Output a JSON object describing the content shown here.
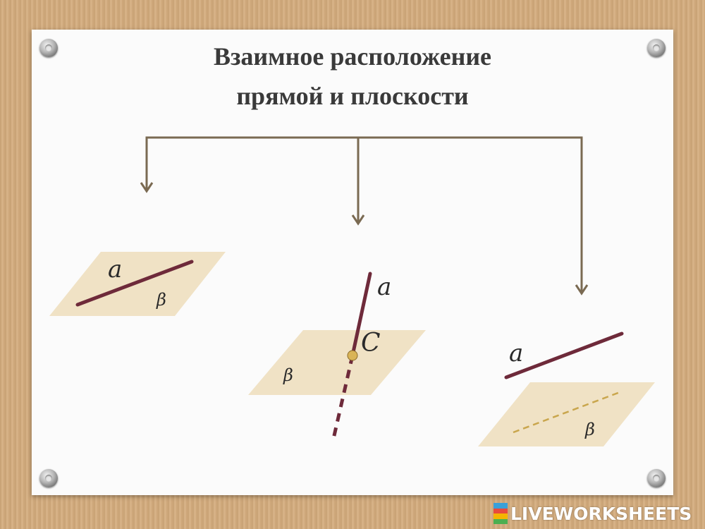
{
  "title": {
    "line1": "Взаимное расположение",
    "line2": "прямой и плоскости"
  },
  "cases": [
    {
      "line_label": "a",
      "plane_label": "β"
    },
    {
      "line_label": "a",
      "point_label": "C",
      "plane_label": "β"
    },
    {
      "line_label": "a",
      "plane_label": "β"
    }
  ],
  "colors": {
    "plane_fill": "#f0e2c5",
    "line": "#6e2a3a",
    "arrow": "#7a6a52",
    "point": "#d9b457",
    "dashed_projection": "#c9a64d"
  },
  "watermark": {
    "text": "LIVEWORKSHEETS",
    "logo_colors": [
      "#3aa0d8",
      "#e84a3c",
      "#f4b400",
      "#4caf50"
    ]
  }
}
